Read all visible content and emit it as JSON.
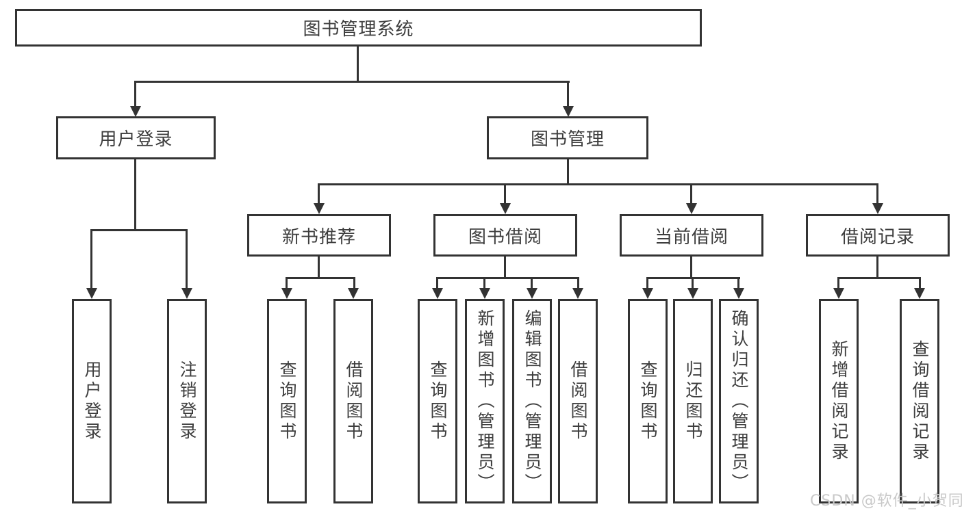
{
  "tree": {
    "root": {
      "label": "图书管理系统"
    },
    "branches": [
      {
        "label": "用户登录",
        "children": [
          {
            "label": "用户登录"
          },
          {
            "label": "注销登录"
          }
        ]
      },
      {
        "label": "图书管理",
        "children": [
          {
            "label": "新书推荐",
            "children": [
              {
                "label": "查询图书"
              },
              {
                "label": "借阅图书"
              }
            ]
          },
          {
            "label": "图书借阅",
            "children": [
              {
                "label": "查询图书"
              },
              {
                "label": "新增图书（管理员）"
              },
              {
                "label": "编辑图书（管理员）"
              },
              {
                "label": "借阅图书"
              }
            ]
          },
          {
            "label": "当前借阅",
            "children": [
              {
                "label": "查询图书"
              },
              {
                "label": "归还图书"
              },
              {
                "label": "确认归还（管理员）"
              }
            ]
          },
          {
            "label": "借阅记录",
            "children": [
              {
                "label": "新增借阅记录"
              },
              {
                "label": "查询借阅记录"
              }
            ]
          }
        ]
      }
    ]
  },
  "watermark": {
    "text": "CSDN @软件_小贺同学"
  },
  "colors": {
    "line": "#333333",
    "text": "#3d3d3d",
    "watermark": "#c9c9c9"
  }
}
